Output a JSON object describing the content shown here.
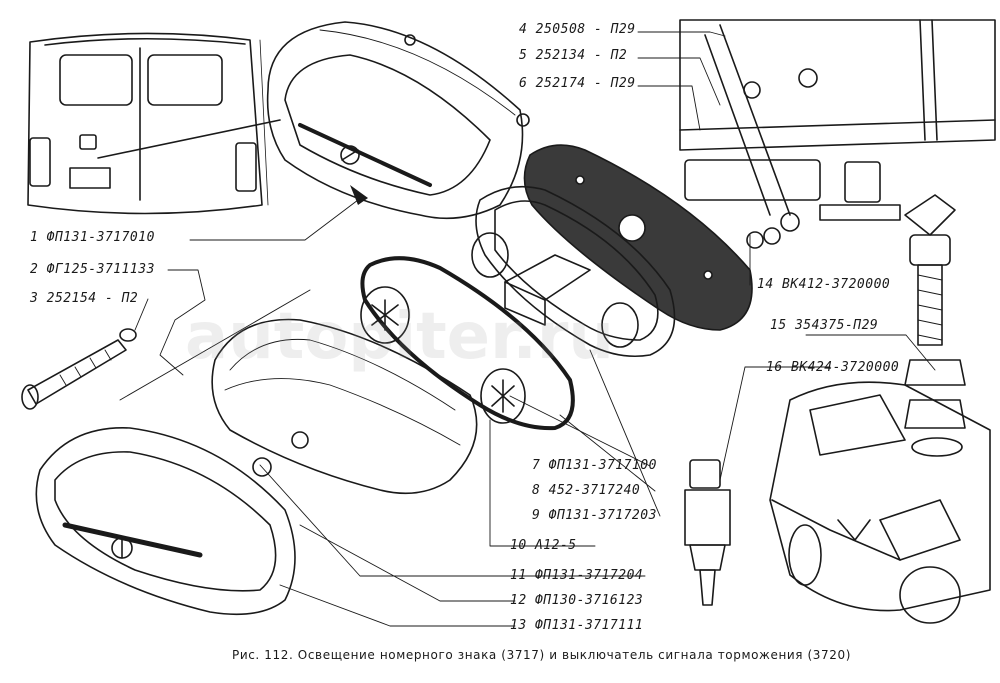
{
  "labels": [
    {
      "id": "1",
      "text": "1  ФП131-3717010"
    },
    {
      "id": "2",
      "text": "2  ФГ125-3711133"
    },
    {
      "id": "3",
      "text": "3  252154 - П2"
    },
    {
      "id": "4",
      "text": "4  250508 - П29"
    },
    {
      "id": "5",
      "text": "5  252134 - П2"
    },
    {
      "id": "6",
      "text": "6  252174 - П29"
    },
    {
      "id": "7",
      "text": "7  ФП131-3717100"
    },
    {
      "id": "8",
      "text": "8  452-3717240"
    },
    {
      "id": "9",
      "text": "9  ФП131-3717203"
    },
    {
      "id": "10",
      "text": "10  А12-5"
    },
    {
      "id": "11",
      "text": "11  ФП131-3717204"
    },
    {
      "id": "12",
      "text": "12  ФП130-3716123"
    },
    {
      "id": "13",
      "text": "13  ФП131-3717111"
    },
    {
      "id": "14",
      "text": "14  ВК412-3720000"
    },
    {
      "id": "15",
      "text": "15  354375-П29"
    },
    {
      "id": "16",
      "text": "16  ВК424-3720000"
    }
  ],
  "caption": "Рис. 112. Освещение номерного знака (3717) и выключатель сигнала торможения (3720)",
  "watermark": "autopiter.ru",
  "colors": {
    "ink": "#1a1a1a",
    "paper": "#ffffff"
  }
}
